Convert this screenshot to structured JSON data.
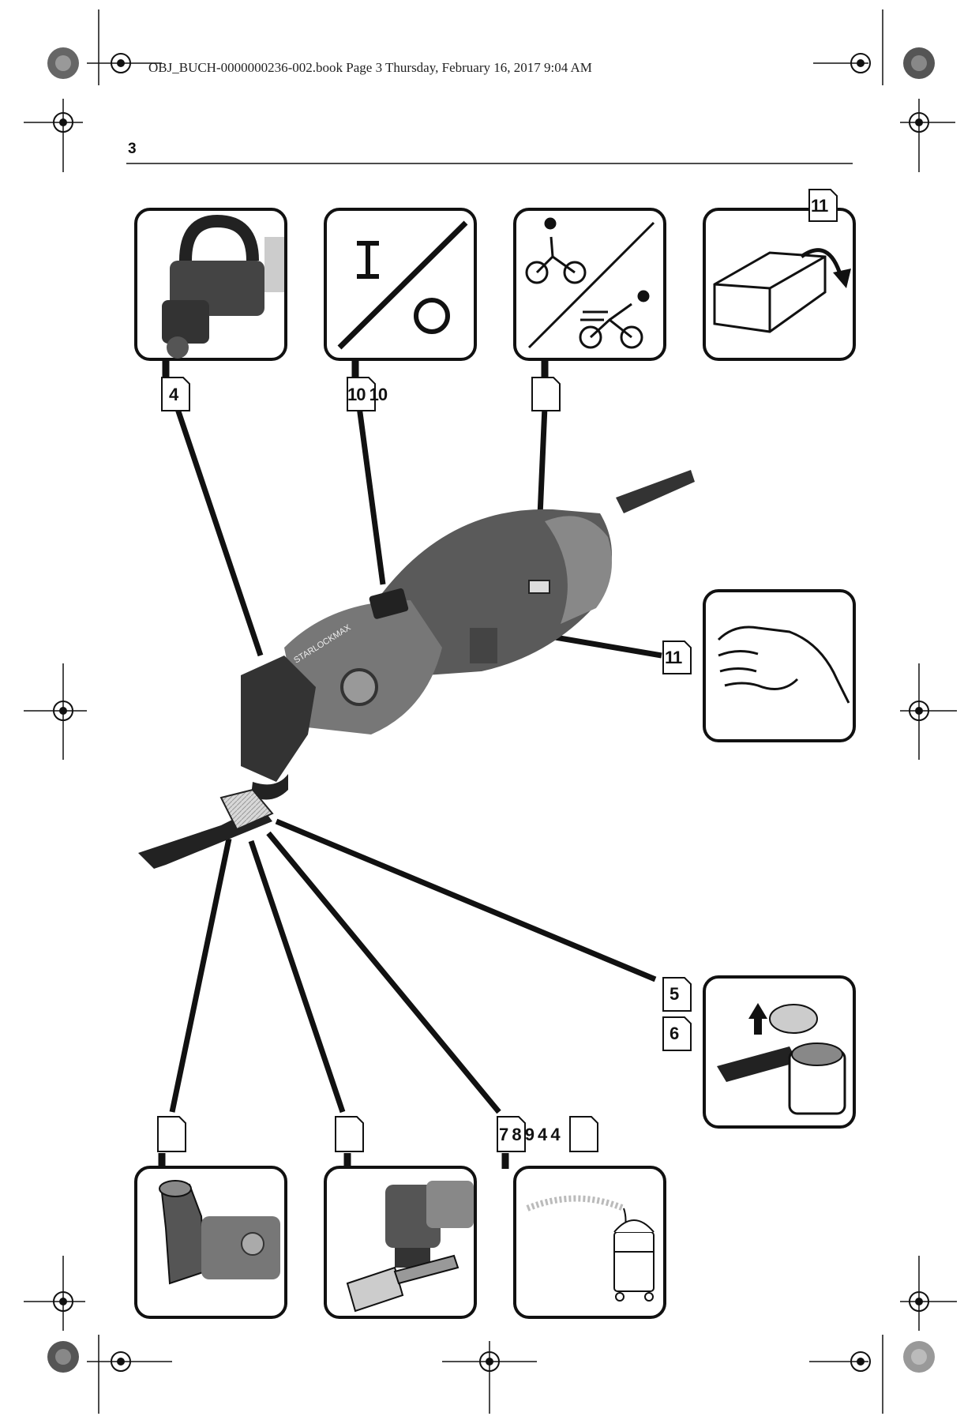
{
  "header": {
    "file_info": "OBJ_BUCH-0000000236-002.book  Page 3  Thursday, February 16, 2017  9:04 AM",
    "page_number": "3"
  },
  "tool": {
    "brand_text": "STARLOCKMAX"
  },
  "references": {
    "handle": "4",
    "on_off": "10 10",
    "speed": "",
    "unpack": "11",
    "grip": "11",
    "blade_change_a": "5",
    "blade_change_b": "6",
    "dust_adapter": "",
    "depth_stop": "",
    "vacuum": "7 8 9 4 4"
  },
  "icons": [
    "handle-icon",
    "on-off-icon",
    "speed-icon",
    "unpack-icon",
    "hand-icon",
    "blade-change-icon",
    "dust-adapter-icon",
    "depth-stop-icon",
    "vacuum-icon"
  ]
}
